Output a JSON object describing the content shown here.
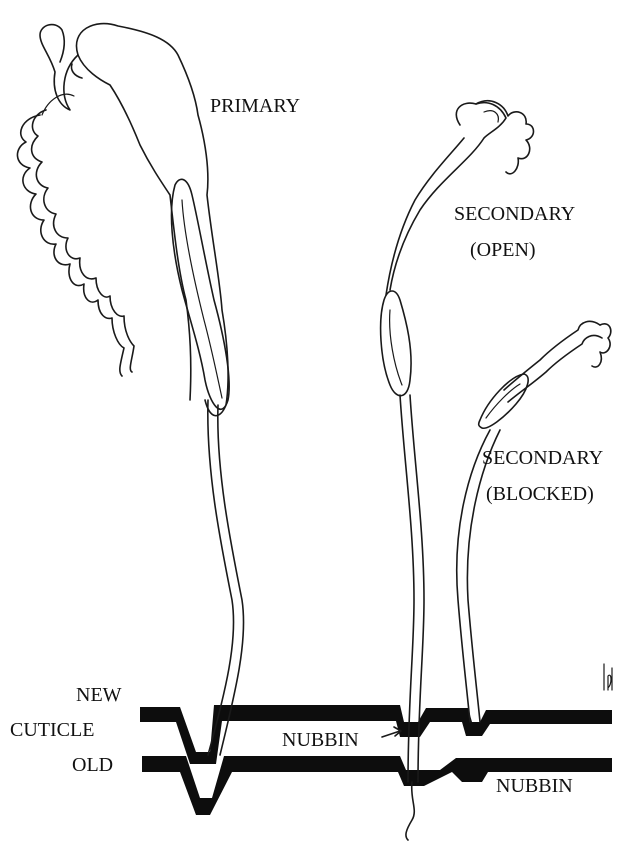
{
  "labels": {
    "primary": "PRIMARY",
    "secondary_open_1": "SECONDARY",
    "secondary_open_2": "(OPEN)",
    "secondary_blocked_1": "SECONDARY",
    "secondary_blocked_2": "(BLOCKED)",
    "new": "NEW",
    "cuticle": "CUTICLE",
    "old": "OLD",
    "nubbin_left": "NUBBIN",
    "nubbin_right": "NUBBIN"
  },
  "colors": {
    "ink": "#1a1a1a",
    "cuticle_band": "#0d0d0d",
    "background": "#ffffff"
  }
}
